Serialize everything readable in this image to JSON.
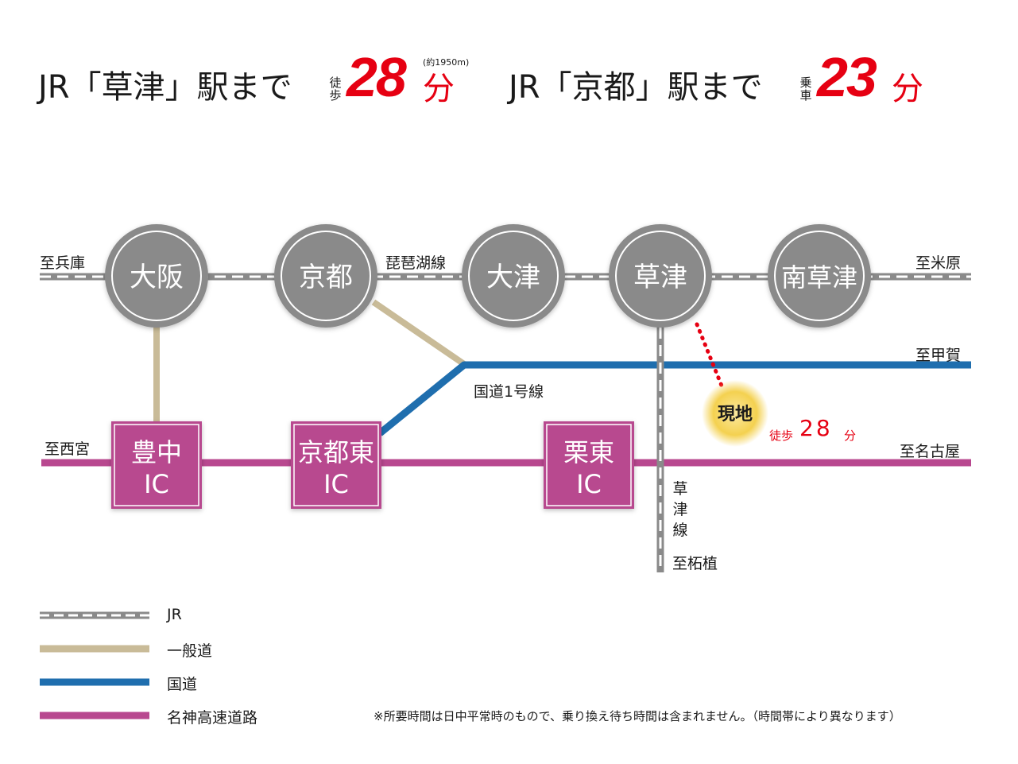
{
  "header": {
    "kusatsu": {
      "prefix": "JR「草津」駅まで",
      "mode": "徒歩",
      "minutes": "28",
      "unit": "分",
      "distance": "(約1950m)"
    },
    "kyoto": {
      "prefix": "JR「京都」駅まで",
      "mode": "乗車",
      "minutes": "23",
      "unit": "分"
    }
  },
  "stations": [
    {
      "name": "大阪"
    },
    {
      "name": "京都"
    },
    {
      "name": "大津"
    },
    {
      "name": "草津"
    },
    {
      "name": "南草津"
    }
  ],
  "interchanges": [
    {
      "line1": "豊中",
      "line2": "IC"
    },
    {
      "line1": "京都東",
      "line2": "IC"
    },
    {
      "line1": "栗東",
      "line2": "IC"
    }
  ],
  "labels": {
    "hyogo": "至兵庫",
    "maibara": "至米原",
    "biwako_line": "琵琶湖線",
    "koka": "至甲賀",
    "route1": "国道1号線",
    "nishinomiya": "至西宮",
    "nagoya": "至名古屋",
    "kusatsu_line": "草津線",
    "tsuge": "至柘植"
  },
  "site": {
    "label": "現地",
    "walk_mode": "徒歩",
    "walk_minutes": "28",
    "walk_unit": "分"
  },
  "legend": [
    {
      "label": "JR",
      "style": "jr"
    },
    {
      "label": "一般道",
      "color": "#c9bb98"
    },
    {
      "label": "国道",
      "color": "#1f6eae"
    },
    {
      "label": "名神高速道路",
      "color": "#b8488f"
    }
  ],
  "footnote": "※所要時間は日中平常時のもので、乗り換え待ち時間は含まれません。（時間帯により異なります）",
  "colors": {
    "accent_red": "#e60012",
    "station_gray": "#8a8a8a",
    "ic_magenta": "#b8488f",
    "route_blue": "#1f6eae",
    "road_beige": "#c9bb98",
    "site_yellow": "#f4d150"
  }
}
